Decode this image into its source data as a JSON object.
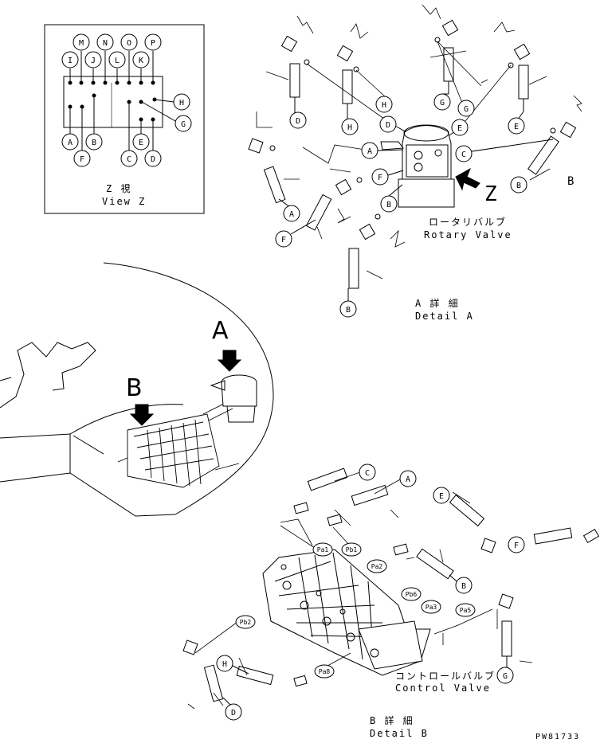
{
  "view_z": {
    "title_jp": "Z 視",
    "title_en": "View Z",
    "callouts": [
      "M",
      "N",
      "O",
      "P",
      "I",
      "J",
      "L",
      "K",
      "H",
      "G",
      "A",
      "B",
      "F",
      "C",
      "E",
      "D"
    ]
  },
  "detail_a": {
    "rotary_jp": "ロータリバルブ",
    "rotary_en": "Rotary Valve",
    "title_jp": "A 詳 細",
    "title_en": "Detail A",
    "arrow_label": "Z",
    "callouts": [
      "D",
      "H",
      "H",
      "D",
      "G",
      "G",
      "E",
      "E",
      "A",
      "F",
      "B",
      "C",
      "B",
      "A",
      "F",
      "B"
    ],
    "side_label": "B"
  },
  "overview": {
    "arrow_a": "A",
    "arrow_b": "B"
  },
  "detail_b": {
    "control_jp": "コントロールバルブ",
    "control_en": "Control Valve",
    "title_jp": "B 詳 細",
    "title_en": "Detail B",
    "callouts": [
      "C",
      "A",
      "E",
      "F",
      "B",
      "G",
      "H",
      "D"
    ],
    "port_tags": [
      "Pa1",
      "Pb1",
      "Pa2",
      "Pb2",
      "Pb6",
      "Pa3",
      "Pa5",
      "Pa8"
    ]
  },
  "drawing_no": "PW81733"
}
